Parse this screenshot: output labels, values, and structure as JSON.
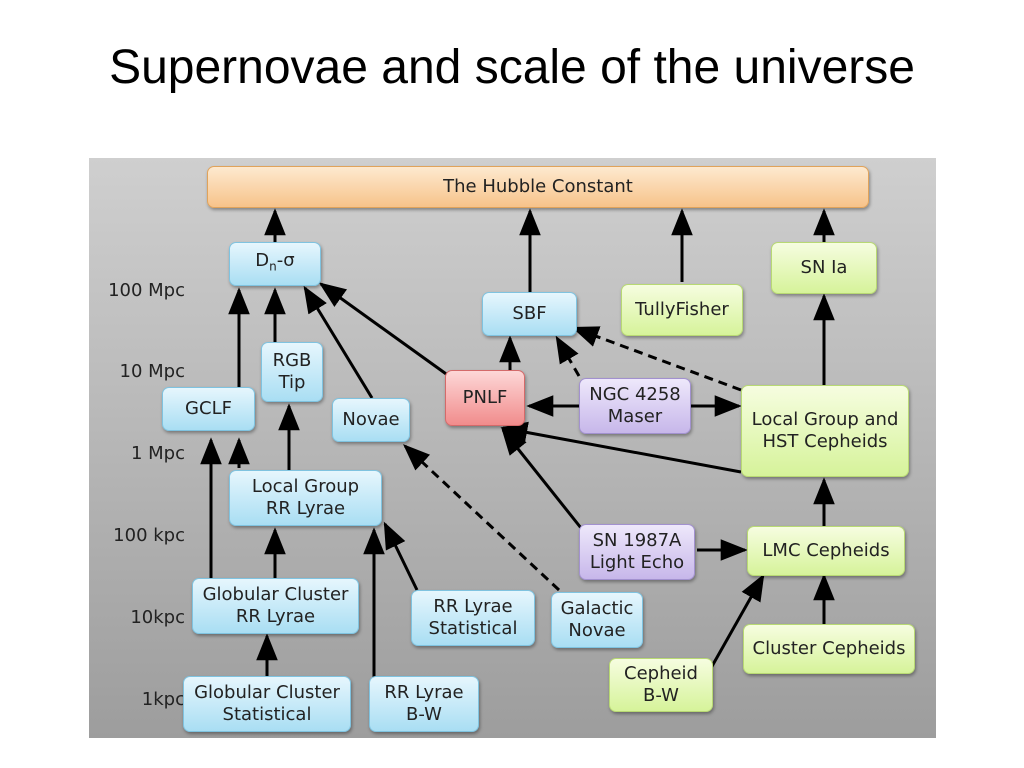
{
  "title": "Supernovae and scale of the universe",
  "scale_labels": [
    "100 Mpc",
    "10 Mpc",
    "1 Mpc",
    "100 kpc",
    "10kpc",
    "1kpc"
  ],
  "nodes": {
    "hubble": "The Hubble Constant",
    "dn_sigma_base": "D",
    "dn_sigma_sub": "n",
    "dn_sigma_rest": "-σ",
    "sn_ia": "SN Ia",
    "sbf": "SBF",
    "tully_fisher": "TullyFisher",
    "rgb_tip": "RGB\nTip",
    "gclf": "GCLF",
    "novae": "Novae",
    "pnlf": "PNLF",
    "ngc_4258": "NGC 4258\nMaser",
    "local_group_hst": "Local Group and\nHST Cepheids",
    "local_group_rr": "Local Group\nRR Lyrae",
    "sn_1987a": "SN 1987A\nLight Echo",
    "lmc_cepheids": "LMC Cepheids",
    "globular_rr": "Globular Cluster\nRR Lyrae",
    "rr_statistical": "RR Lyrae\nStatistical",
    "galactic_novae": "Galactic\nNovae",
    "cluster_cepheids": "Cluster Cepheids",
    "cepheid_bw": "Cepheid\nB-W",
    "globular_statistical": "Globular Cluster\nStatistical",
    "rr_bw": "RR Lyrae\nB-W"
  },
  "colors": {
    "blue": "#a9def3",
    "green": "#d6f39a",
    "purple": "#c7b7ea",
    "red": "#f18c8c",
    "orange": "#f7c38a",
    "arrow": "#000000"
  }
}
